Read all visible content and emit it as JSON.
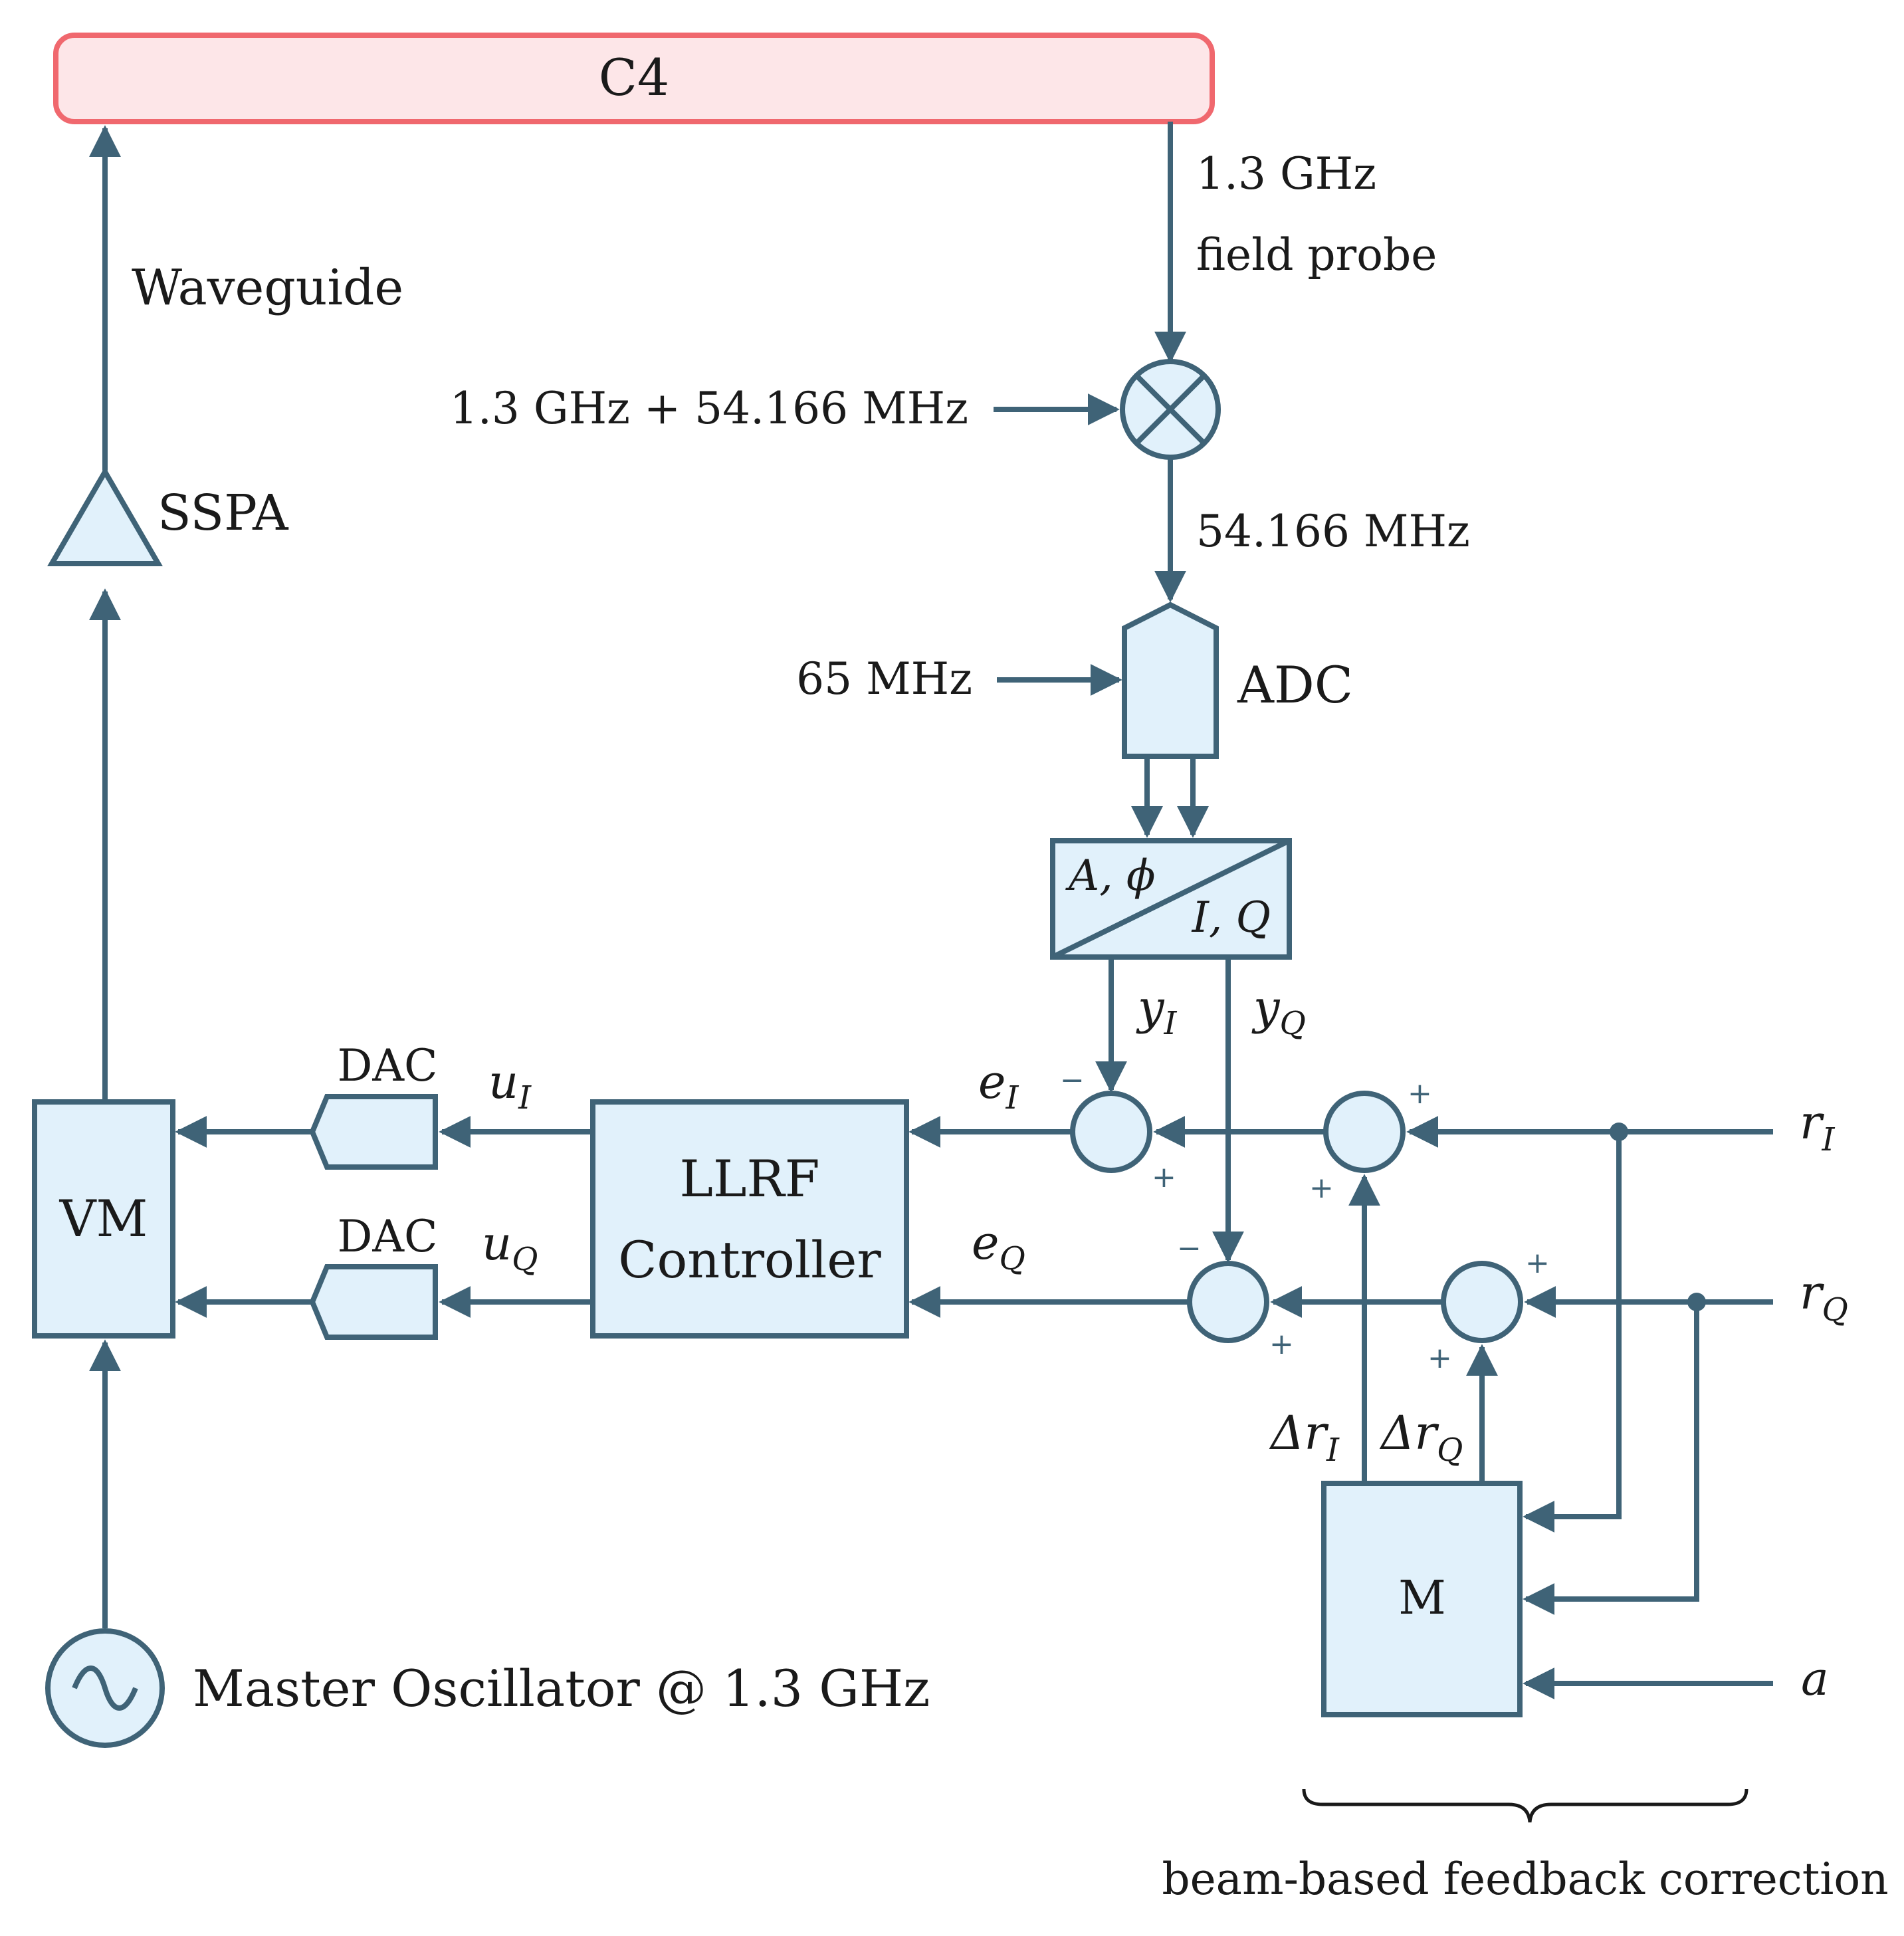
{
  "cavity": {
    "label": "C4"
  },
  "waveguide": {
    "label": "Waveguide"
  },
  "amplifier": {
    "label": "SSPA"
  },
  "probe": {
    "freq": "1.3 GHz",
    "name": "field probe"
  },
  "lo": {
    "label": "1.3 GHz + 54.166 MHz"
  },
  "if_signal": {
    "label": "54.166 MHz"
  },
  "adc": {
    "label": "ADC",
    "clock": "65 MHz"
  },
  "converter": {
    "in_label": "A, ϕ",
    "out_label": "I, Q"
  },
  "outputs": {
    "yI": "y",
    "yI_sub": "I",
    "yQ": "y",
    "yQ_sub": "Q"
  },
  "errors": {
    "eI": "e",
    "eI_sub": "I",
    "eQ": "e",
    "eQ_sub": "Q"
  },
  "controller": {
    "line1": "LLRF",
    "line2": "Controller"
  },
  "dac": {
    "top": "DAC",
    "bottom": "DAC"
  },
  "controls": {
    "uI": "u",
    "uI_sub": "I",
    "uQ": "u",
    "uQ_sub": "Q"
  },
  "vm": {
    "label": "VM"
  },
  "master_osc": {
    "label": "Master Oscillator @ 1.3 GHz"
  },
  "refs": {
    "rI": "r",
    "rI_sub": "I",
    "rQ": "r",
    "rQ_sub": "Q",
    "a": "a"
  },
  "deltas": {
    "drI": "Δr",
    "drI_sub": "I",
    "drQ": "Δr",
    "drQ_sub": "Q"
  },
  "model": {
    "label": "M"
  },
  "signs": {
    "minus": "−",
    "plus": "+"
  },
  "feedback": {
    "label": "beam-based feedback correction"
  },
  "colors": {
    "line": "#3f6377",
    "fill": "#e1f1fb",
    "cavity_fill": "#fde6e8",
    "cavity_stroke": "#f0686e"
  }
}
